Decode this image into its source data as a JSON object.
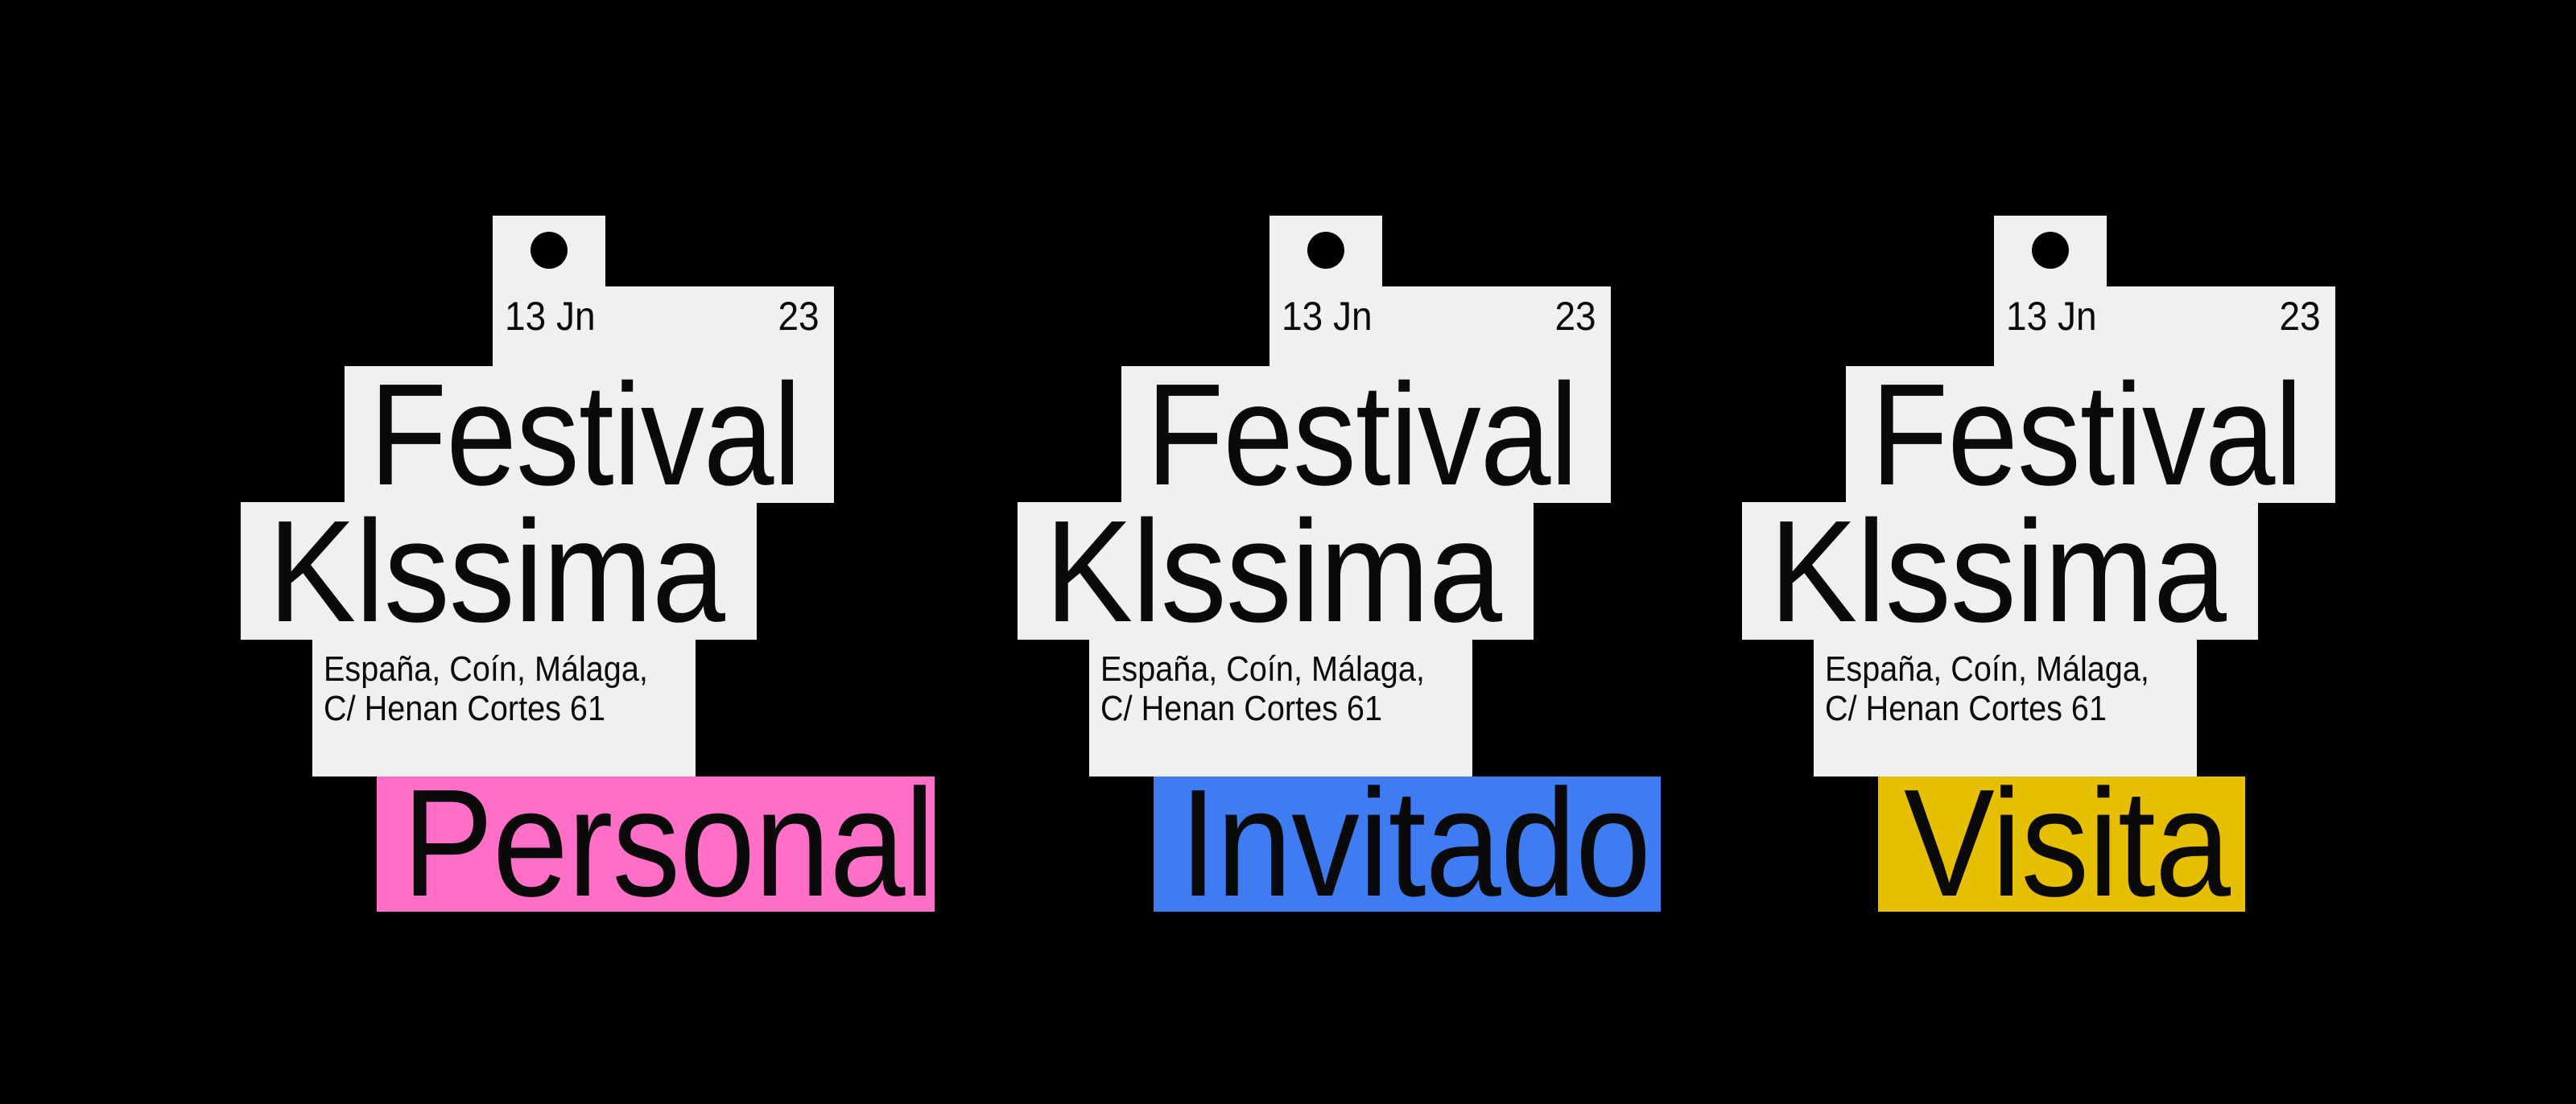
{
  "badges": [
    {
      "date": "13 Jn",
      "year": "23",
      "title_line1": "Festival",
      "title_line2": "Klssima",
      "address_line1": "España, Coín, Málaga,",
      "address_line2": "C/ Henan Cortes 61",
      "label": "Personal",
      "label_color": "#ff6ec7"
    },
    {
      "date": "13 Jn",
      "year": "23",
      "title_line1": "Festival",
      "title_line2": "Klssima",
      "address_line1": "España, Coín, Málaga,",
      "address_line2": "C/ Henan Cortes 61",
      "label": "Invitado",
      "label_color": "#3f7cf2"
    },
    {
      "date": "13 Jn",
      "year": "23",
      "title_line1": "Festival",
      "title_line2": "Klssima",
      "address_line1": "España, Coín, Málaga,",
      "address_line2": "C/ Henan Cortes 61",
      "label": "Visita",
      "label_color": "#e6bf00"
    }
  ]
}
